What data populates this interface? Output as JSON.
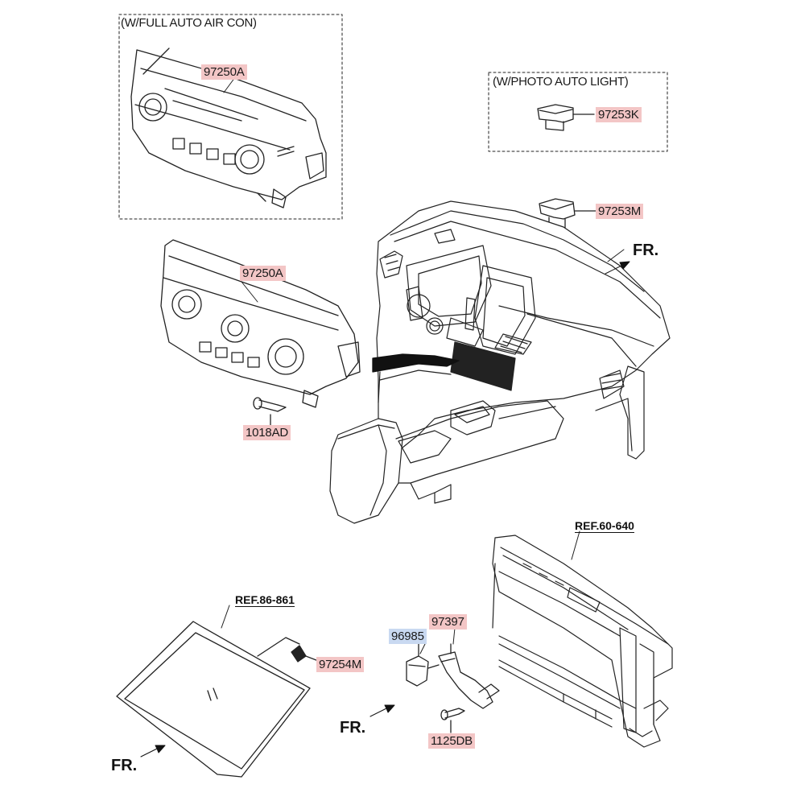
{
  "notes": {
    "full_auto": "(W/FULL AUTO AIR CON)",
    "photo_auto": "(W/PHOTO AUTO LIGHT)"
  },
  "parts": {
    "p97250a_top": "97250A",
    "p97250a_mid": "97250A",
    "p97253k": "97253K",
    "p97253m": "97253M",
    "p1018ad": "1018AD",
    "p97397": "97397",
    "p96985": "96985",
    "p97254m": "97254M",
    "p1125db": "1125DB"
  },
  "refs": {
    "ref_60": "REF.60-640",
    "ref_86": "REF.86-861"
  },
  "fr": {
    "top": "FR.",
    "bottom_mid": "FR.",
    "bottom_left": "FR."
  },
  "colors": {
    "part_highlight": "#f3c6c6",
    "part_highlight_alt": "#c9d9f1",
    "line": "#222222"
  }
}
